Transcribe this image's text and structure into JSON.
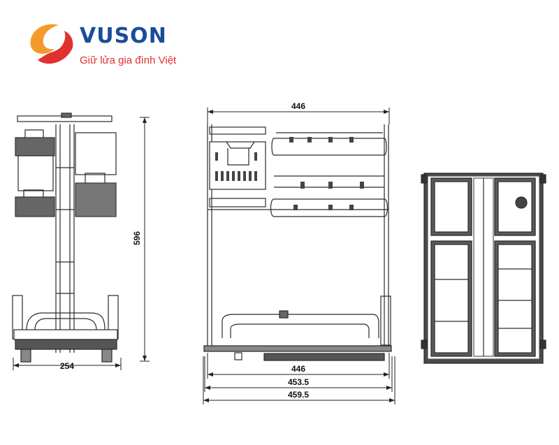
{
  "logo": {
    "brand": "VUSON",
    "slogan": "Giữ lửa gia đình Việt",
    "colors": {
      "brand": "#1a4d9a",
      "slogan": "#e0312f",
      "swirl_orange": "#f39a2b",
      "swirl_red": "#e0312f"
    }
  },
  "views": {
    "side": {
      "width_label": "254",
      "height_label": "596"
    },
    "front": {
      "top_width_label": "446",
      "bottom_labels": [
        "446",
        "453.5",
        "459.5"
      ]
    },
    "top": {}
  },
  "colors": {
    "line": "#2a2a2a",
    "dim": "#222222",
    "frame": "#555555",
    "fill_dark": "#4a4a4a"
  }
}
